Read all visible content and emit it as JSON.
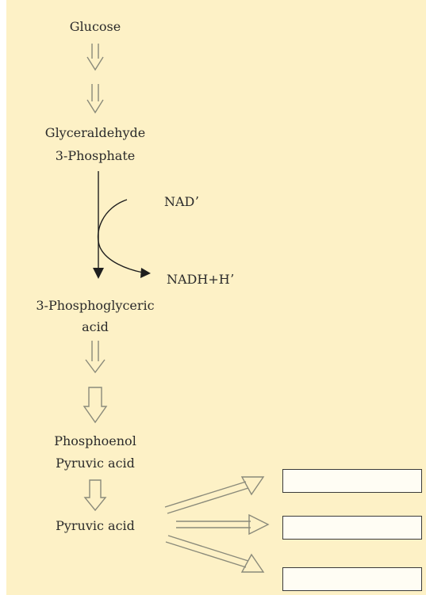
{
  "diagram": {
    "nodes": {
      "glucose": "Glucose",
      "g3p_line1": "Glyceraldehyde",
      "g3p_line2": "3-Phosphate",
      "nad": "NADʼ",
      "nadh": "NADH+Hʼ",
      "pga_line1": "3-Phosphoglyceric",
      "pga_line2": "acid",
      "pep_line1": "Phosphoenol",
      "pep_line2": "Pyruvic acid",
      "pyruvic": "Pyruvic acid"
    },
    "answer_boxes": [
      "",
      "",
      ""
    ]
  }
}
